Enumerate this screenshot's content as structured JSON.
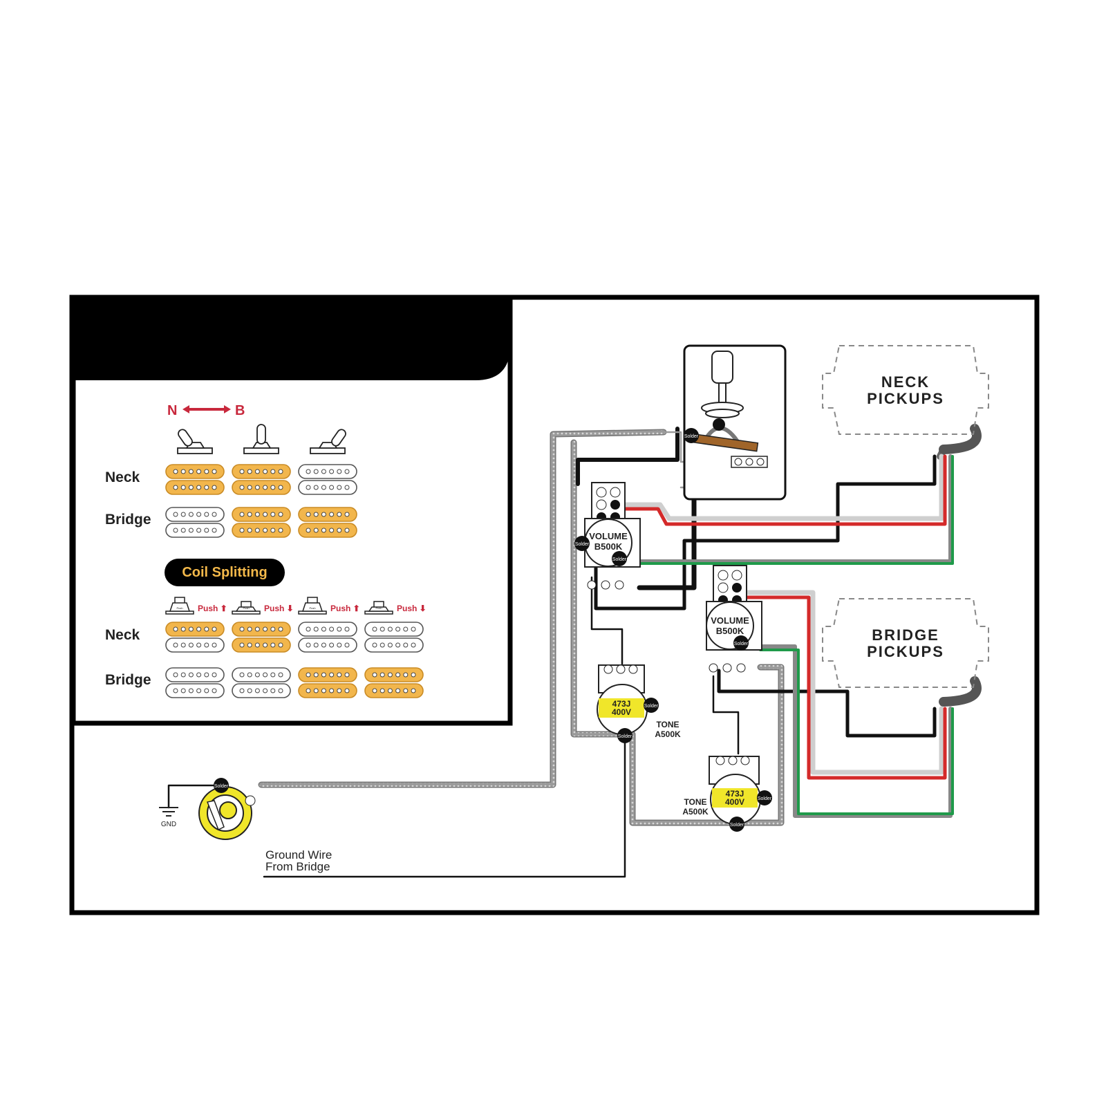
{
  "legend": {
    "arrow_left": "N",
    "arrow_right": "B",
    "row_neck": "Neck",
    "row_bridge": "Bridge",
    "coil_splitting": "Coil Splitting",
    "split_row_neck": "Neck",
    "split_row_bridge": "Bridge",
    "push_labels": [
      "Push ⬆",
      "Push ⬇",
      "Push ⬆",
      "Push ⬇"
    ],
    "push_knob_text": "Push"
  },
  "pickups": {
    "neck_line1": "NECK",
    "neck_line2": "PICKUPS",
    "bridge_line1": "BRIDGE",
    "bridge_line2": "PICKUPS"
  },
  "pots": {
    "volume_neck_line1": "VOLUME",
    "volume_neck_line2": "B500K",
    "volume_bridge_line1": "VOLUME",
    "volume_bridge_line2": "B500K",
    "tone_neck_line1": "TONE",
    "tone_neck_line2": "A500K",
    "tone_bridge_line1": "TONE",
    "tone_bridge_line2": "A500K"
  },
  "caps": {
    "neck_line1": "473J",
    "neck_line2": "400V",
    "bridge_line1": "473J",
    "bridge_line2": "400V"
  },
  "misc": {
    "solder": "Solder",
    "gnd": "GND",
    "ground_wire_line1": "Ground Wire",
    "ground_wire_line2": "From Bridge"
  },
  "colors": {
    "pickup_active": "#f2b64c",
    "wire_red": "#d42a2a",
    "wire_green": "#1f9a4a",
    "wire_black": "#111111",
    "wire_gray": "#8a8a8a",
    "cap_yellow": "#f0e62a",
    "push_red": "#c8283c",
    "coil_text": "#f4b94a"
  }
}
